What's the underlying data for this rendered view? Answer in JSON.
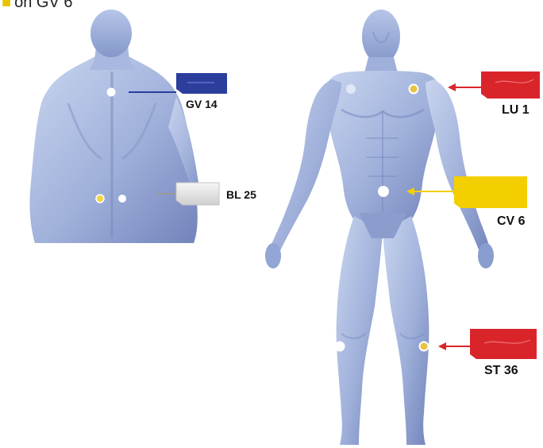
{
  "title": {
    "text": "on GV 6",
    "bullet": "■"
  },
  "colors": {
    "body_light": "#c6d3ee",
    "body_mid": "#98aad6",
    "body_dark": "#6c7fb6",
    "gv": "#2b3e9c",
    "bl": "#e2e2e2",
    "lu": "#d9252a",
    "cv": "#f4cf00",
    "st": "#d9252a"
  },
  "points": {
    "gv14": {
      "label": "GV 14"
    },
    "bl25": {
      "label": "BL 25"
    },
    "lu1": {
      "label": "LU 1"
    },
    "cv6": {
      "label": "CV 6"
    },
    "st36": {
      "label": "ST 36"
    }
  }
}
